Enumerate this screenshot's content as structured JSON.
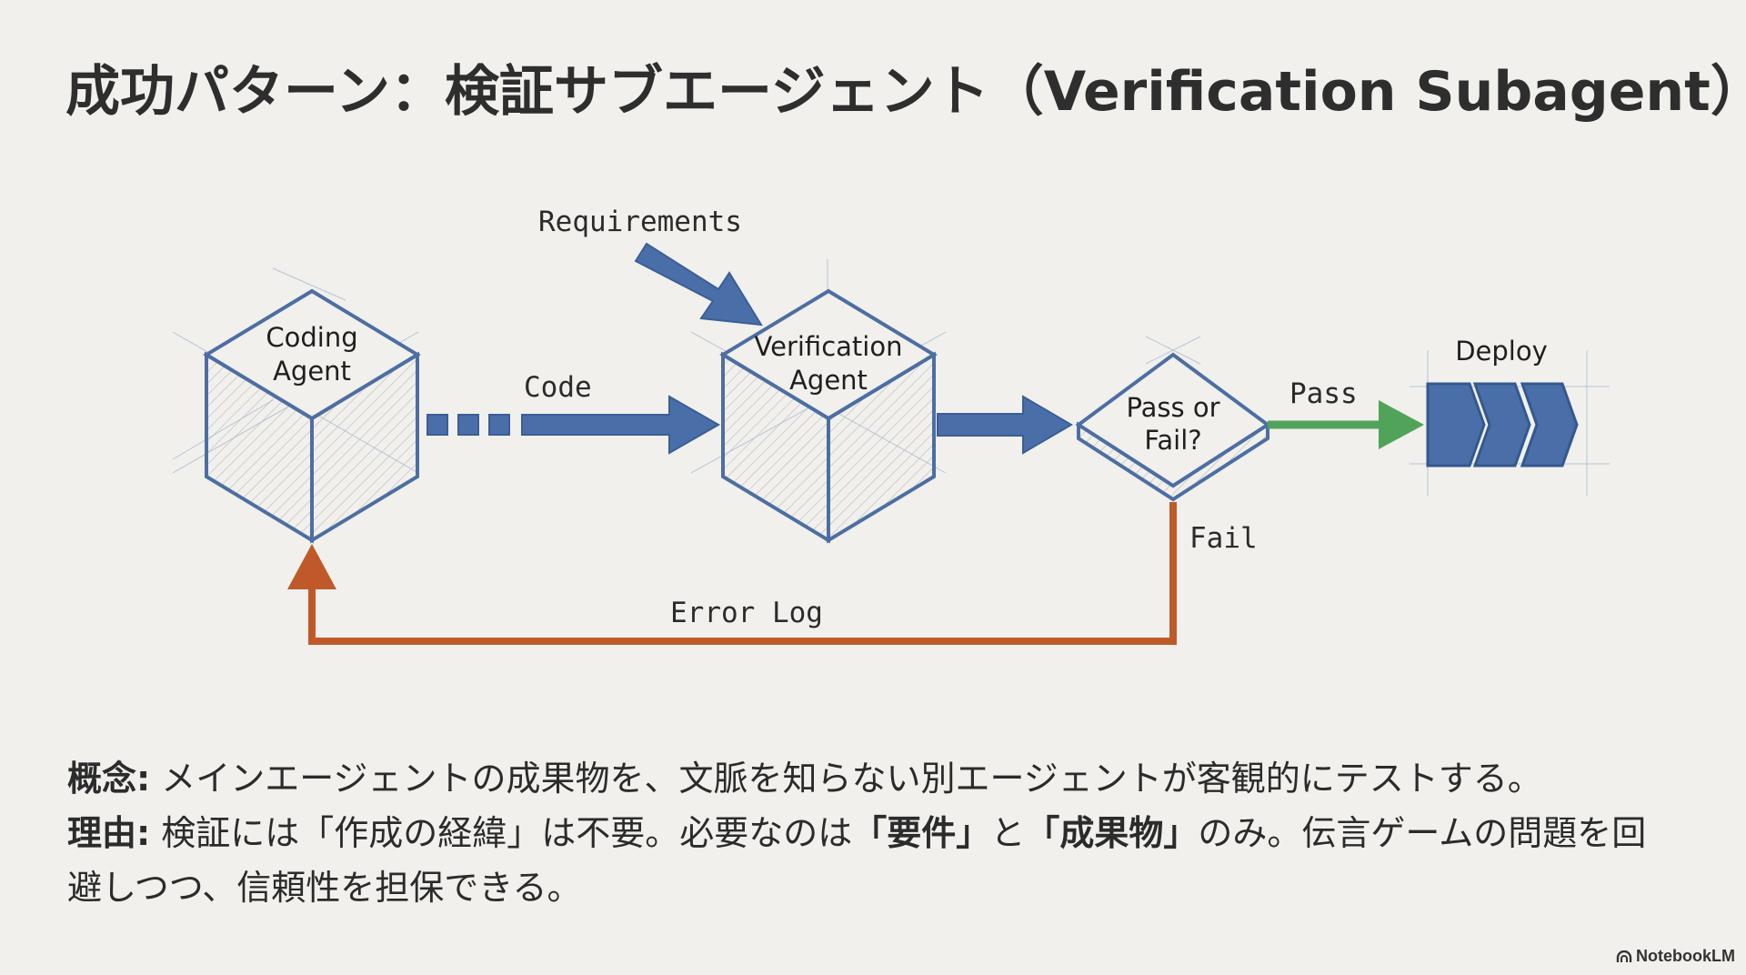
{
  "title": "成功パターン：検証サブエージェント（Verification Subagent）",
  "diagram": {
    "coding_agent": [
      "Coding",
      "Agent"
    ],
    "verification_agent": [
      "Verification",
      "Agent"
    ],
    "decision": [
      "Pass or",
      "Fail?"
    ],
    "deploy": "Deploy",
    "requirements": "Requirements",
    "code": "Code",
    "pass": "Pass",
    "fail": "Fail",
    "error_log": "Error Log",
    "colors": {
      "blue": "#4a6fa8",
      "outline": "#4d6ea3",
      "green": "#52a35a",
      "orange": "#c0592a"
    }
  },
  "concept": {
    "label": "概念:",
    "text": " メインエージェントの成果物を、文脈を知らない別エージェントが客観的にテストする。"
  },
  "reason": {
    "label": "理由:",
    "text_1": " 検証には「作成の経緯」は不要。必要なのは",
    "bold_1": "「要件」",
    "text_2": "と",
    "bold_2": "「成果物」",
    "text_3": "のみ。伝言ゲームの問題を回避しつつ、信頼性を担保できる。"
  },
  "branding": {
    "name": "NotebookLM",
    "icon": "notebooklm-logo-icon"
  }
}
